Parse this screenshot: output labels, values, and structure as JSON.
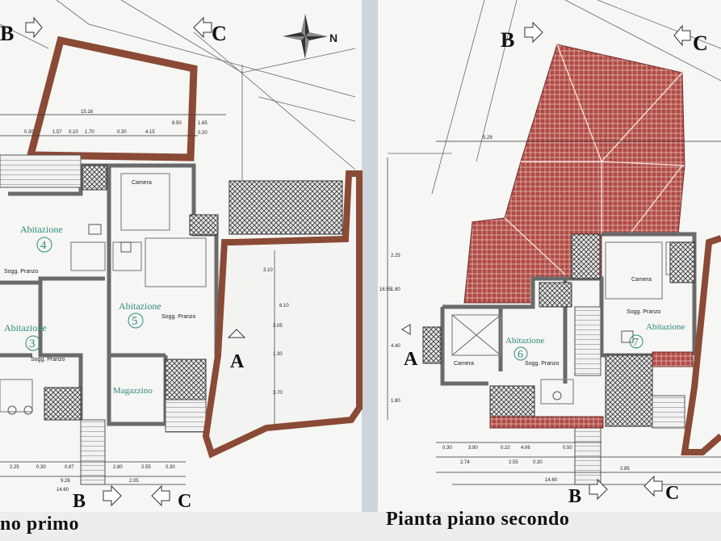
{
  "titles": {
    "left": "no primo",
    "right": "Pianta piano secondo"
  },
  "section_markers": [
    "A",
    "B",
    "C"
  ],
  "compass_label": "N",
  "rooms_left": [
    {
      "name": "Abitazione",
      "num": "4"
    },
    {
      "name": "Abitazione",
      "num": "3"
    },
    {
      "name": "Abitazione",
      "num": "5"
    },
    {
      "name": "Magazzino"
    },
    {
      "name": "Camera"
    },
    {
      "name": "Sogg. Pranzo"
    },
    {
      "name": "Sogg. Pranzo"
    },
    {
      "name": "Sogg. Pranzo"
    }
  ],
  "rooms_right": [
    {
      "name": "Abitazione",
      "num": "6"
    },
    {
      "name": "Abitazione",
      "num": "7"
    },
    {
      "name": "Camera"
    },
    {
      "name": "Camera"
    },
    {
      "name": "Sogg. Pranzo"
    },
    {
      "name": "Sogg. Pranzo"
    }
  ],
  "dimensions_left": [
    "15.16",
    "8.50",
    "1.65",
    "0.30",
    "1.57",
    "0.10",
    "1.70",
    "0.30",
    "4.15",
    "0.20",
    "3.10",
    "3.05",
    "1.30",
    "3.70",
    "6.10",
    "2.25",
    "0.30",
    "0.87",
    "2.80",
    "2.55",
    "0.30",
    "9.26",
    "2.05",
    "14.60"
  ],
  "dimensions_right": [
    "5.29",
    "2.25",
    "1.80",
    "16.55",
    "4.40",
    "1.80",
    "0.30",
    "3.90",
    "0.10",
    "4.06",
    "0.50",
    "2.74",
    "2.55",
    "0.30",
    "2.85",
    "14.60"
  ]
}
